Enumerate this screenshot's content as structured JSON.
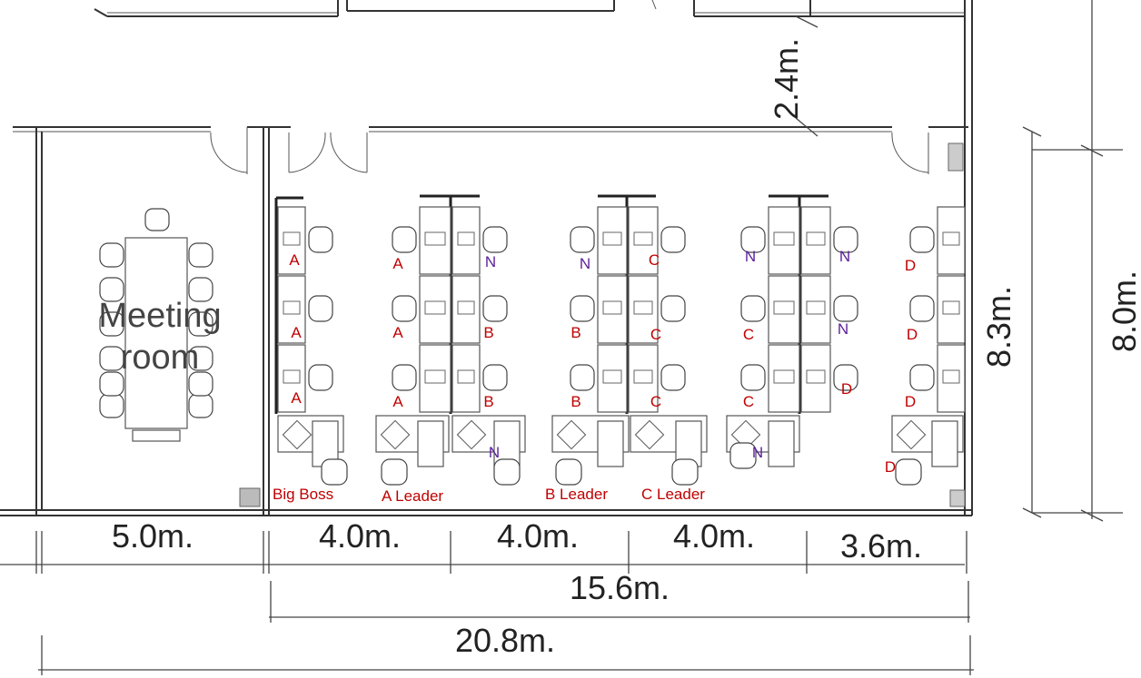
{
  "rooms": {
    "meeting_room_line1": "Meeting",
    "meeting_room_line2": "room"
  },
  "dimensions": {
    "top_corridor": "2.4m.",
    "office_height_inner": "8.3m.",
    "office_height_outer": "8.0m.",
    "meeting_width": "5.0m.",
    "bay1_width": "4.0m.",
    "bay2_width": "4.0m.",
    "bay3_width": "4.0m.",
    "bay4_width": "3.6m.",
    "office_width": "15.6m.",
    "total_width": "20.8m."
  },
  "seat_labels": [
    {
      "text": "A",
      "color": "red"
    },
    {
      "text": "A",
      "color": "red"
    },
    {
      "text": "A",
      "color": "red"
    },
    {
      "text": "A",
      "color": "red"
    },
    {
      "text": "A",
      "color": "red"
    },
    {
      "text": "A",
      "color": "red"
    },
    {
      "text": "N",
      "color": "purple"
    },
    {
      "text": "B",
      "color": "red"
    },
    {
      "text": "B",
      "color": "red"
    },
    {
      "text": "N",
      "color": "purple"
    },
    {
      "text": "B",
      "color": "red"
    },
    {
      "text": "B",
      "color": "red"
    },
    {
      "text": "C",
      "color": "red"
    },
    {
      "text": "C",
      "color": "red"
    },
    {
      "text": "C",
      "color": "red"
    },
    {
      "text": "N",
      "color": "purple"
    },
    {
      "text": "N",
      "color": "purple"
    },
    {
      "text": "C",
      "color": "red"
    },
    {
      "text": "N",
      "color": "purple"
    },
    {
      "text": "C",
      "color": "red"
    },
    {
      "text": "D",
      "color": "red"
    },
    {
      "text": "D",
      "color": "red"
    },
    {
      "text": "D",
      "color": "red"
    },
    {
      "text": "D",
      "color": "red"
    },
    {
      "text": "N",
      "color": "purple"
    },
    {
      "text": "N",
      "color": "purple"
    },
    {
      "text": "D",
      "color": "red"
    }
  ],
  "leader_labels": {
    "big_boss": "Big Boss",
    "a_leader": "A Leader",
    "b_leader": "B Leader",
    "c_leader": "C Leader"
  },
  "colors": {
    "red_label": "#c00000",
    "purple_label": "#5a1f9a"
  }
}
